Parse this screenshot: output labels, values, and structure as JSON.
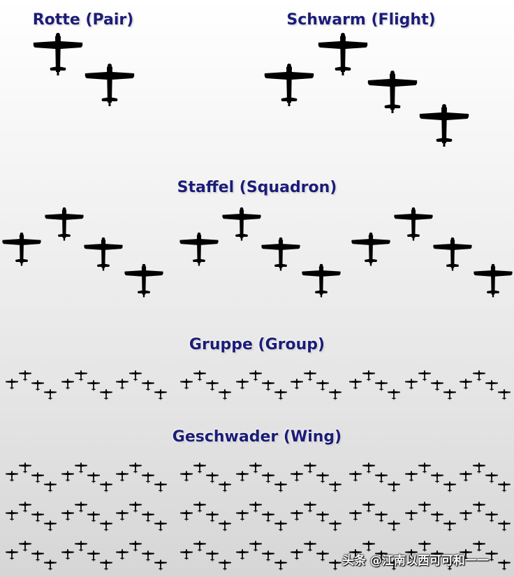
{
  "titles": {
    "rotte": "Rotte (Pair)",
    "schwarm": "Schwarm (Flight)",
    "staffel": "Staffel (Squadron)",
    "gruppe": "Gruppe (Group)",
    "geschwader": "Geschwader (Wing)"
  },
  "watermark": "头条 @江南以西可可和一一",
  "colors": {
    "title": "#1c1c78",
    "plane": "#000000"
  },
  "formations": {
    "rotte_planes": 2,
    "schwarm_planes": 4,
    "staffel_flights": 3,
    "gruppe_flights": 9,
    "geschwader_rows": 3
  }
}
